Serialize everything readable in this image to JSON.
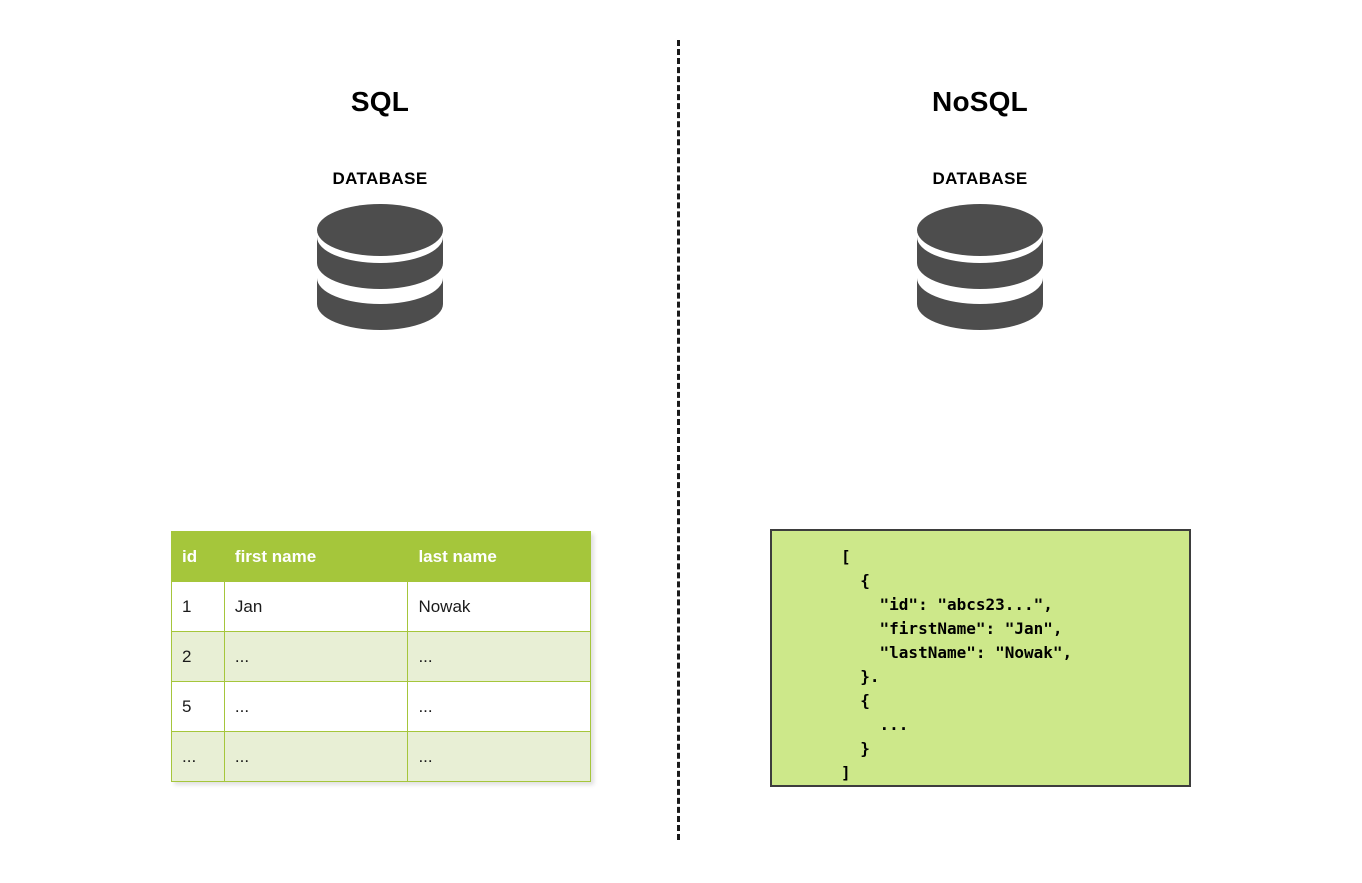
{
  "diagram": {
    "divider": {
      "style": "vertical-dashed-line",
      "color": "#1a1a1a"
    },
    "panels": [
      {
        "id": "sql",
        "title": "SQL",
        "db_label": "DATABASE",
        "db_icon": "database-cylinder-icon",
        "db_icon_color": "#4d4d4d"
      },
      {
        "id": "nosql",
        "title": "NoSQL",
        "db_label": "DATABASE",
        "db_icon": "database-cylinder-icon",
        "db_icon_color": "#4d4d4d"
      }
    ]
  },
  "sql_table": {
    "header_color": "#a5c63b",
    "alt_row_color": "#e8efd5",
    "columns": [
      "id",
      "first name",
      "last name"
    ],
    "rows": [
      [
        "1",
        "Jan",
        "Nowak"
      ],
      [
        "2",
        "...",
        "..."
      ],
      [
        "5",
        "...",
        "..."
      ],
      [
        "...",
        "...",
        "..."
      ]
    ]
  },
  "nosql_code": {
    "background_color": "#cde88a",
    "border_color": "#3d3d3d",
    "text": "[\n  {\n    \"id\": \"abcs23...\",\n    \"firstName\": \"Jan\",\n    \"lastName\": \"Nowak\",\n  }.\n  {\n    ...\n  }\n]"
  }
}
